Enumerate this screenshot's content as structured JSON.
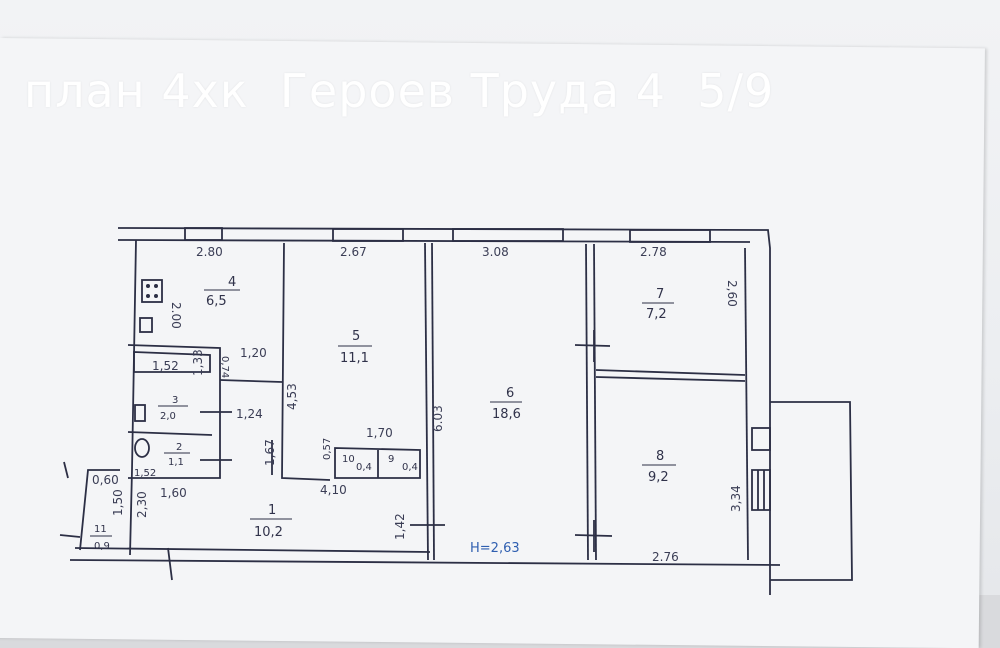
{
  "headline": "план 4хк  Героев Труда 4  5/9",
  "dimensions": {
    "d1": "2.80",
    "d2": "2.67",
    "d3": "3.08",
    "d4": "2.78",
    "d5": "2.00",
    "d6": "1,20",
    "d7": "1,52",
    "d8": "1,33",
    "d9": "0,74",
    "d10": "1,24",
    "d11": "4,53",
    "d12": "1,67",
    "d13": "0,57",
    "d14": "1,70",
    "d15": "4,10",
    "d16": "6.03",
    "d17": "2,60",
    "d18": "3,34",
    "d19": "2.76",
    "d20": "1,42",
    "d21": "1,60",
    "d22": "1,50",
    "d23": "2,30",
    "d24": "0,60",
    "d25": "1,52"
  },
  "rooms": [
    {
      "num": "1",
      "area": "10,2"
    },
    {
      "num": "2",
      "area": "1,1"
    },
    {
      "num": "3",
      "area": "2,0"
    },
    {
      "num": "4",
      "area": "6,5"
    },
    {
      "num": "5",
      "area": "11,1"
    },
    {
      "num": "6",
      "area": "18,6"
    },
    {
      "num": "7",
      "area": "7,2"
    },
    {
      "num": "8",
      "area": "9,2"
    },
    {
      "num": "11",
      "area": "0,9"
    },
    {
      "num": "10",
      "area": "0,4"
    },
    {
      "num": "9",
      "area": "0,4"
    }
  ],
  "ceiling_height": "H=2,63",
  "colors": {
    "ink": "#2c2f45",
    "blue_ink": "#2f5fb0",
    "paper": "#f4f5f7"
  }
}
